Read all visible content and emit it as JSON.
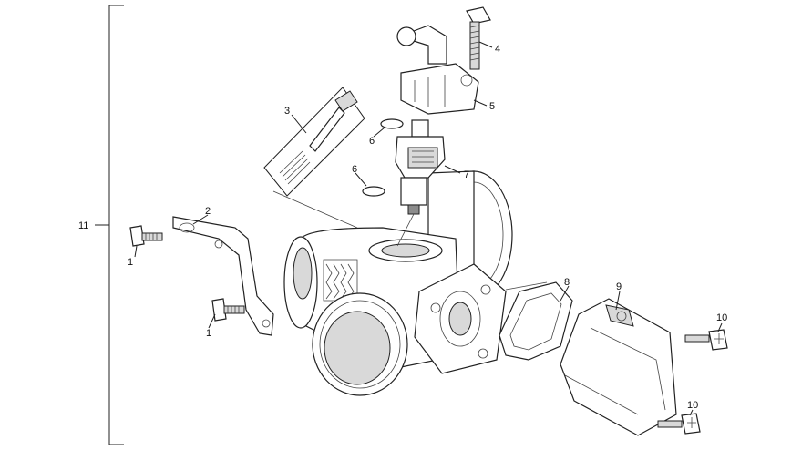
{
  "callouts": [
    {
      "id": "11",
      "label": "11"
    },
    {
      "id": "1a",
      "label": "1"
    },
    {
      "id": "1b",
      "label": "1"
    },
    {
      "id": "2",
      "label": "2"
    },
    {
      "id": "3",
      "label": "3"
    },
    {
      "id": "4",
      "label": "4"
    },
    {
      "id": "5",
      "label": "5"
    },
    {
      "id": "6a",
      "label": "6"
    },
    {
      "id": "6b",
      "label": "6"
    },
    {
      "id": "7",
      "label": "7"
    },
    {
      "id": "8",
      "label": "8"
    },
    {
      "id": "9",
      "label": "9"
    },
    {
      "id": "10a",
      "label": "10"
    },
    {
      "id": "10b",
      "label": "10"
    }
  ]
}
